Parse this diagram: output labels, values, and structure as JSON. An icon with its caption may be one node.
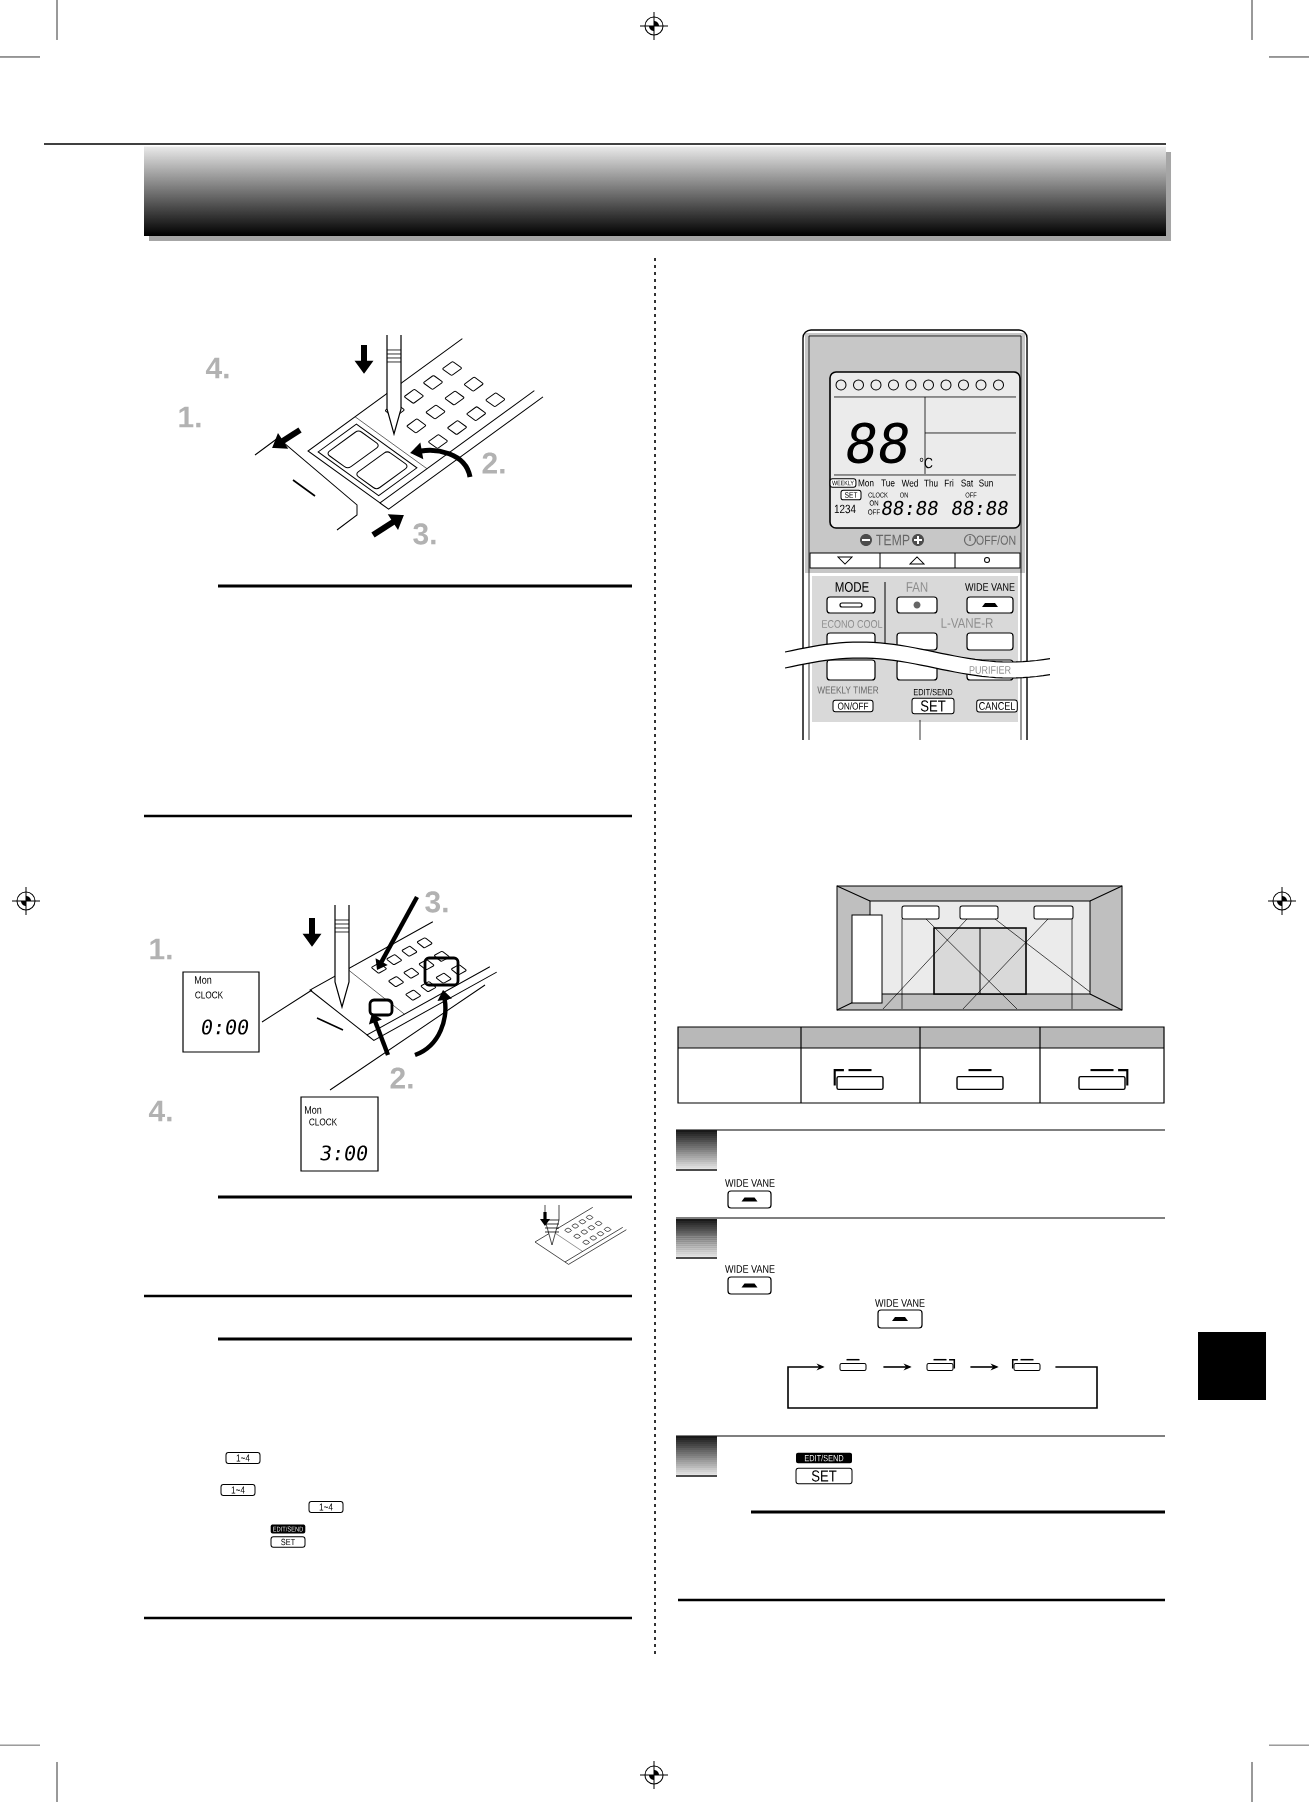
{
  "diagram": {
    "nodes": [
      {
        "text": [],
        "shape": "box"
      },
      {
        "text": [],
        "shape": "box"
      },
      {
        "text": [],
        "shape": "box"
      }
    ],
    "edges": [
      {
        "from": 0,
        "to": 1,
        "arrow": "to"
      },
      {
        "from": 1,
        "to": 2,
        "arrow": "to"
      },
      {
        "from": 2,
        "to": 0,
        "arrow": "to"
      }
    ],
    "labels": [
      "4.",
      "1.",
      "2.",
      "3.",
      "3.",
      "1.",
      "Mon",
      "CLOCK",
      "0:00",
      "2.",
      "4.",
      "Mon",
      "CLOCK",
      "3:00",
      "1~4",
      "1~4",
      "1~4",
      "EDIT/SEND",
      "SET",
      "88",
      "°C",
      "WEEKLY",
      "Mon",
      "Tue",
      "Wed",
      "Thu",
      "Fri",
      "Sat",
      "Sun",
      "SET",
      "CLOCK",
      "ON",
      "OFF",
      "1234",
      "ON",
      "OFF",
      "88:88",
      "88:88",
      "TEMP",
      "OFF/ON",
      "MODE",
      "FAN",
      "WIDE VANE",
      "ECONO COOL",
      "L-VANE-R",
      "PURIFIER",
      "WEEKLY TIMER",
      "EDIT/SEND",
      "ON/OFF",
      "SET",
      "CANCEL",
      "WIDE VANE",
      "WIDE VANE",
      "WIDE VANE",
      "EDIT/SEND",
      "SET"
    ]
  }
}
